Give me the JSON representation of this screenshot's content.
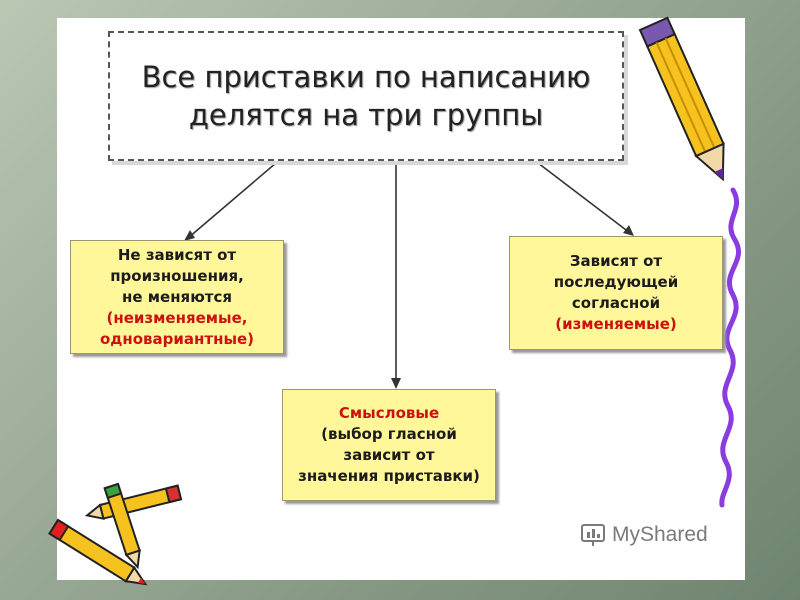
{
  "title": {
    "line1": "Все приставки по написанию",
    "line2": "делятся на три группы"
  },
  "groups": {
    "left": {
      "lines": [
        "Не зависят  от",
        "произношения,",
        "не меняются"
      ],
      "note_lines": [
        "(неизменяемые,",
        "одновариантные)"
      ]
    },
    "right": {
      "lines": [
        "Зависят от",
        "последующей",
        "согласной"
      ],
      "note_lines": [
        "(изменяемые)"
      ]
    },
    "center": {
      "highlight": "Смысловые",
      "lines": [
        "(выбор гласной",
        "зависит от",
        "значения приставки)"
      ]
    }
  },
  "watermark": "MyShared",
  "colors": {
    "box_fill": "#fff799",
    "note_text": "#cc1111",
    "arrow": "#333333",
    "squiggle": "#8a3ce0"
  }
}
